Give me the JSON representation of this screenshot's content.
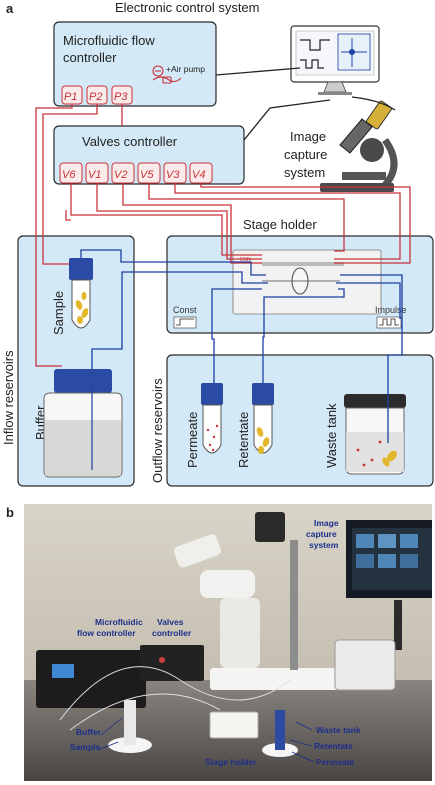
{
  "panel_a": {
    "letter": "a",
    "title": "Electronic control system",
    "flow_controller": {
      "line1": "Microfluidic flow",
      "line2": "controller",
      "air_pump": "+Air pump"
    },
    "pressure_ports": [
      "P1",
      "P2",
      "P3"
    ],
    "valves_controller": "Valves controller",
    "valves": [
      "V6",
      "V1",
      "V2",
      "V5",
      "V3",
      "V4"
    ],
    "image_capture": [
      "Image",
      "capture",
      "system"
    ],
    "stage_holder": "Stage holder",
    "const_label": "Const",
    "impulse_label": "Impulse",
    "chip_logo": "ENN",
    "inflow_reservoirs": "Inflow reservoirs",
    "sample": "Sample",
    "buffer": "Buffer",
    "outflow_reservoirs": "Outflow reservoirs",
    "permeate": "Permeate",
    "retentate": "Retentate",
    "waste_tank": "Waste tank",
    "colors": {
      "box_fill": "#d3e9f7",
      "box_stroke": "#2b2b2b",
      "pressure_line": "#c8323a",
      "fluid_line": "#1d3fa3",
      "cap_blue": "#2a4aa3",
      "particle": "#e3b72b"
    }
  },
  "panel_b": {
    "letter": "b",
    "image_capture": [
      "Image",
      "capture",
      "system"
    ],
    "flow_controller": [
      "Microfluidic",
      "flow controller"
    ],
    "valves_controller": [
      "Valves",
      "controller"
    ],
    "buffer": "Buffer",
    "sample": "Sample",
    "stage_holder": "Stage holder",
    "waste_tank": "Waste tank",
    "retentate": "Retentate",
    "permeate": "Permeate"
  }
}
